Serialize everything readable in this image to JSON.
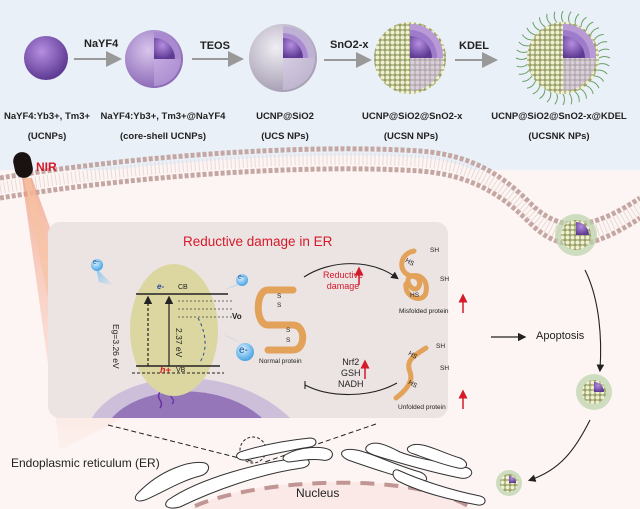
{
  "synthesis": {
    "steps": [
      {
        "reagent": "NaYF4",
        "reagent_sub": "4"
      },
      {
        "reagent": "TEOS"
      },
      {
        "reagent": "SnO2-x"
      },
      {
        "reagent": "KDEL"
      }
    ],
    "nanoparticles": [
      {
        "formula": "NaYF4:Yb3+, Tm3+",
        "abbr": "(UCNPs)"
      },
      {
        "formula": "NaYF4:Yb3+, Tm3+@NaYF4",
        "abbr": "(core-shell UCNPs)"
      },
      {
        "formula": "UCNP@SiO2",
        "abbr": "(UCS NPs)"
      },
      {
        "formula": "UCNP@SiO2@SnO2-x",
        "abbr": "(UCSN NPs)"
      },
      {
        "formula": "UCNP@SiO2@SnO2-x@KDEL",
        "abbr": "(UCSNK NPs)"
      }
    ]
  },
  "nir_label": "NIR",
  "er_panel": {
    "title": "Reductive damage in ER",
    "band": {
      "cb": "CB",
      "vb": "VB",
      "electron": "e-",
      "hole": "h+",
      "eg": "Eg=3.26 eV",
      "gap2": "2.37 eV",
      "vo": "Vo"
    },
    "electron_label": "e-",
    "normal_protein": "Normal protein",
    "misfolded_protein": "Misfolded protein",
    "unfolded_protein": "Unfolded protein",
    "reductive_damage": [
      "Reductive",
      "damage"
    ],
    "antioxidants": [
      "Nrf2",
      "GSH",
      "NADH"
    ],
    "thiol": "SH",
    "thiol_rev": "HS",
    "disulfide": "S"
  },
  "apoptosis": "Apoptosis",
  "er_label": "Endoplasmic reticulum (ER)",
  "nucleus_label": "Nucleus",
  "colors": {
    "core": "#7b4fb0",
    "shell": "#b89ad6",
    "silica": "#cfc9d8",
    "sno2": "#d9dcae",
    "kdel": "#6aa068",
    "membrane": "#c4a7a3",
    "red": "#d51a2a",
    "protein": "#e2a25a",
    "band_bg": "#dcd7a0"
  }
}
